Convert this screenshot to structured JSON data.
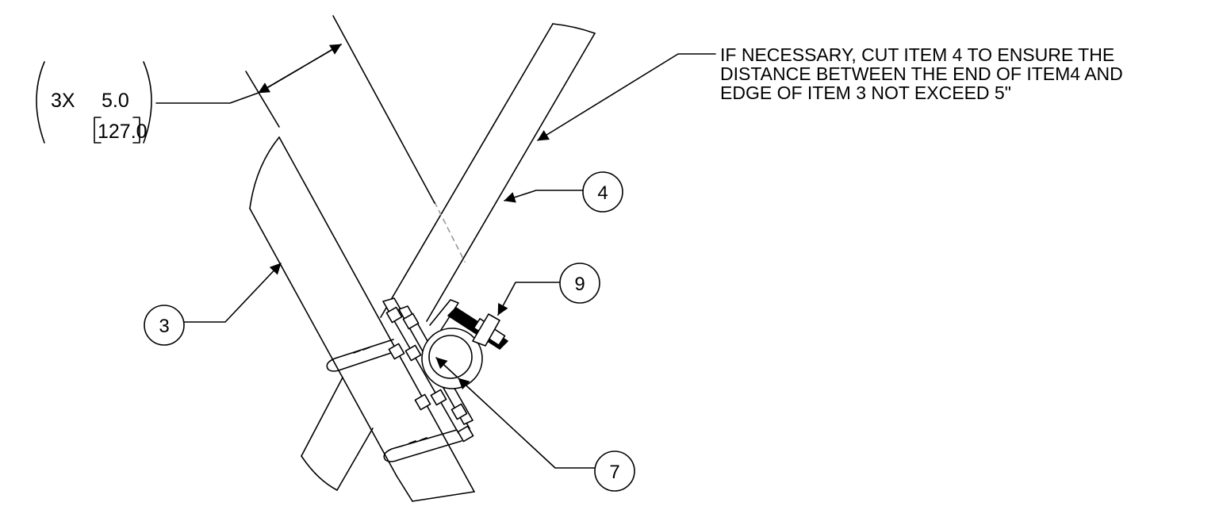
{
  "drawing": {
    "note_lines": [
      "IF NECESSARY, CUT ITEM 4 TO ENSURE THE",
      "DISTANCE BETWEEN THE END OF ITEM4 AND",
      "EDGE OF ITEM 3 NOT EXCEED 5\""
    ],
    "dimension": {
      "qty": "3X",
      "value": "5.0",
      "metric": "127.0"
    },
    "balloons": [
      "3",
      "4",
      "7",
      "9"
    ]
  }
}
